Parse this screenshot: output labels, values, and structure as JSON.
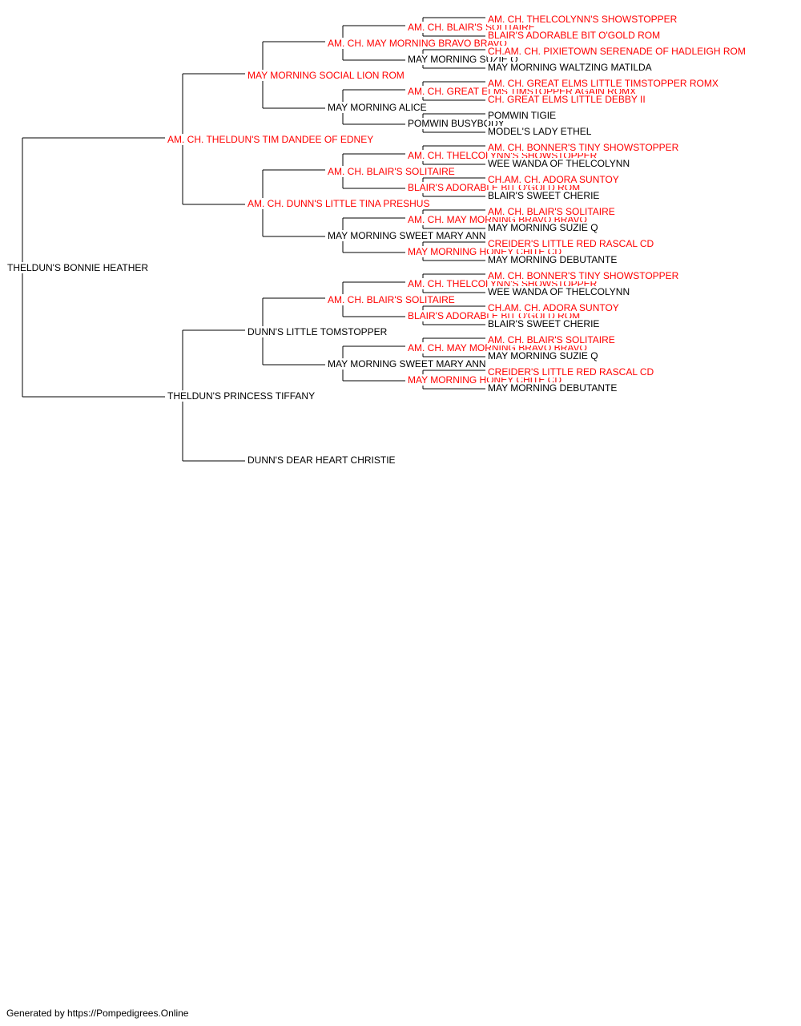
{
  "colors": {
    "champion": "#ff0000",
    "normal": "#000000",
    "line": "#000000"
  },
  "footer": "Generated by https://Pompedigrees.Online",
  "pedigree": {
    "name": "THELDUN'S BONNIE HEATHER",
    "champion": false,
    "sire": {
      "name": "AM. CH. THELDUN'S TIM DANDEE OF EDNEY",
      "champion": true,
      "sire": {
        "name": "MAY MORNING SOCIAL LION ROM",
        "champion": true,
        "sire": {
          "name": "AM. CH. MAY MORNING BRAVO BRAVO",
          "champion": true,
          "sire": {
            "name": "AM. CH. BLAIR'S SOLITAIRE",
            "champion": true,
            "sire": {
              "name": "AM. CH. THELCOLYNN'S SHOWSTOPPER",
              "champion": true
            },
            "dam": {
              "name": "BLAIR'S ADORABLE BIT O'GOLD ROM",
              "champion": true
            }
          },
          "dam": {
            "name": "MAY MORNING SUZIE Q",
            "champion": false,
            "sire": {
              "name": "CH.AM. CH. PIXIETOWN SERENADE OF HADLEIGH ROM",
              "champion": true
            },
            "dam": {
              "name": "MAY MORNING WALTZING MATILDA",
              "champion": false
            }
          }
        },
        "dam": {
          "name": "MAY MORNING ALICE",
          "champion": false,
          "sire": {
            "name": "AM. CH. GREAT ELMS TIMSTOPPER AGAIN ROMX",
            "champion": true,
            "sire": {
              "name": "AM. CH. GREAT ELMS LITTLE TIMSTOPPER ROMX",
              "champion": true
            },
            "dam": {
              "name": "CH. GREAT ELMS LITTLE DEBBY II",
              "champion": true
            }
          },
          "dam": {
            "name": "POMWIN BUSYBODY",
            "champion": false,
            "sire": {
              "name": "POMWIN TIGIE",
              "champion": false
            },
            "dam": {
              "name": "MODEL'S LADY ETHEL",
              "champion": false
            }
          }
        }
      },
      "dam": {
        "name": "AM. CH. DUNN'S LITTLE TINA PRESHUS",
        "champion": true,
        "sire": {
          "name": "AM. CH. BLAIR'S SOLITAIRE",
          "champion": true,
          "sire": {
            "name": "AM. CH. THELCOLYNN'S SHOWSTOPPER",
            "champion": true,
            "sire": {
              "name": "AM. CH. BONNER'S TINY SHOWSTOPPER",
              "champion": true
            },
            "dam": {
              "name": "WEE WANDA OF THELCOLYNN",
              "champion": false
            }
          },
          "dam": {
            "name": "BLAIR'S ADORABLE BIT O'GOLD ROM",
            "champion": true,
            "sire": {
              "name": "CH.AM. CH. ADORA SUNTOY",
              "champion": true
            },
            "dam": {
              "name": "BLAIR'S SWEET CHERIE",
              "champion": false
            }
          }
        },
        "dam": {
          "name": "MAY MORNING SWEET MARY ANN",
          "champion": false,
          "sire": {
            "name": "AM. CH. MAY MORNING BRAVO BRAVO",
            "champion": true,
            "sire": {
              "name": "AM. CH. BLAIR'S SOLITAIRE",
              "champion": true
            },
            "dam": {
              "name": "MAY MORNING SUZIE Q",
              "champion": false
            }
          },
          "dam": {
            "name": "MAY MORNING HONEY CHITE CD",
            "champion": true,
            "sire": {
              "name": "CREIDER'S LITTLE RED RASCAL CD",
              "champion": true
            },
            "dam": {
              "name": "MAY MORNING DEBUTANTE",
              "champion": false
            }
          }
        }
      }
    },
    "dam": {
      "name": "THELDUN'S PRINCESS TIFFANY",
      "champion": false,
      "sire": {
        "name": "DUNN'S LITTLE TOMSTOPPER",
        "champion": false,
        "sire": {
          "name": "AM. CH. BLAIR'S SOLITAIRE",
          "champion": true,
          "sire": {
            "name": "AM. CH. THELCOLYNN'S SHOWSTOPPER",
            "champion": true,
            "sire": {
              "name": "AM. CH. BONNER'S TINY SHOWSTOPPER",
              "champion": true
            },
            "dam": {
              "name": "WEE WANDA OF THELCOLYNN",
              "champion": false
            }
          },
          "dam": {
            "name": "BLAIR'S ADORABLE BIT O'GOLD ROM",
            "champion": true,
            "sire": {
              "name": "CH.AM. CH. ADORA SUNTOY",
              "champion": true
            },
            "dam": {
              "name": "BLAIR'S SWEET CHERIE",
              "champion": false
            }
          }
        },
        "dam": {
          "name": "MAY MORNING SWEET MARY ANN",
          "champion": false,
          "sire": {
            "name": "AM. CH. MAY MORNING BRAVO BRAVO",
            "champion": true,
            "sire": {
              "name": "AM. CH. BLAIR'S SOLITAIRE",
              "champion": true
            },
            "dam": {
              "name": "MAY MORNING SUZIE Q",
              "champion": false
            }
          },
          "dam": {
            "name": "MAY MORNING HONEY CHITE CD",
            "champion": true,
            "sire": {
              "name": "CREIDER'S LITTLE RED RASCAL CD",
              "champion": true
            },
            "dam": {
              "name": "MAY MORNING DEBUTANTE",
              "champion": false
            }
          }
        }
      },
      "dam": {
        "name": "DUNN'S DEAR HEART CHRISTIE",
        "champion": false
      }
    }
  }
}
